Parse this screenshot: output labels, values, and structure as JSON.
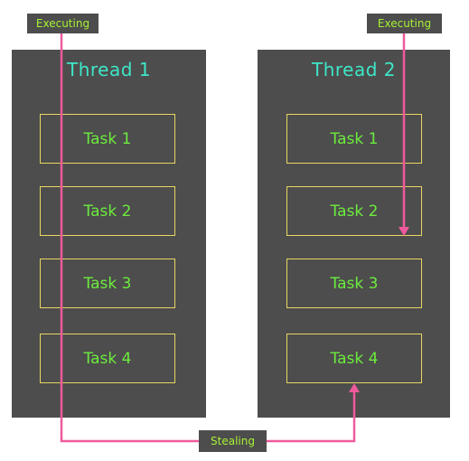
{
  "thread_1": {
    "title": "Thread 1",
    "tasks": [
      "Task 1",
      "Task 2",
      "Task 3",
      "Task 4"
    ]
  },
  "thread_2": {
    "title": "Thread 2",
    "tasks": [
      "Task 1",
      "Task 2",
      "Task 3",
      "Task 4"
    ]
  },
  "labels": {
    "executing_1": "Executing",
    "executing_2": "Executing",
    "stealing": "Stealing"
  },
  "colors": {
    "panel": "#4d4d4d",
    "title": "#3ee6c8",
    "task_text": "#6cec3d",
    "task_border": "#e8d661",
    "tag_text": "#a6f233",
    "arrow": "#ef5a9c"
  }
}
